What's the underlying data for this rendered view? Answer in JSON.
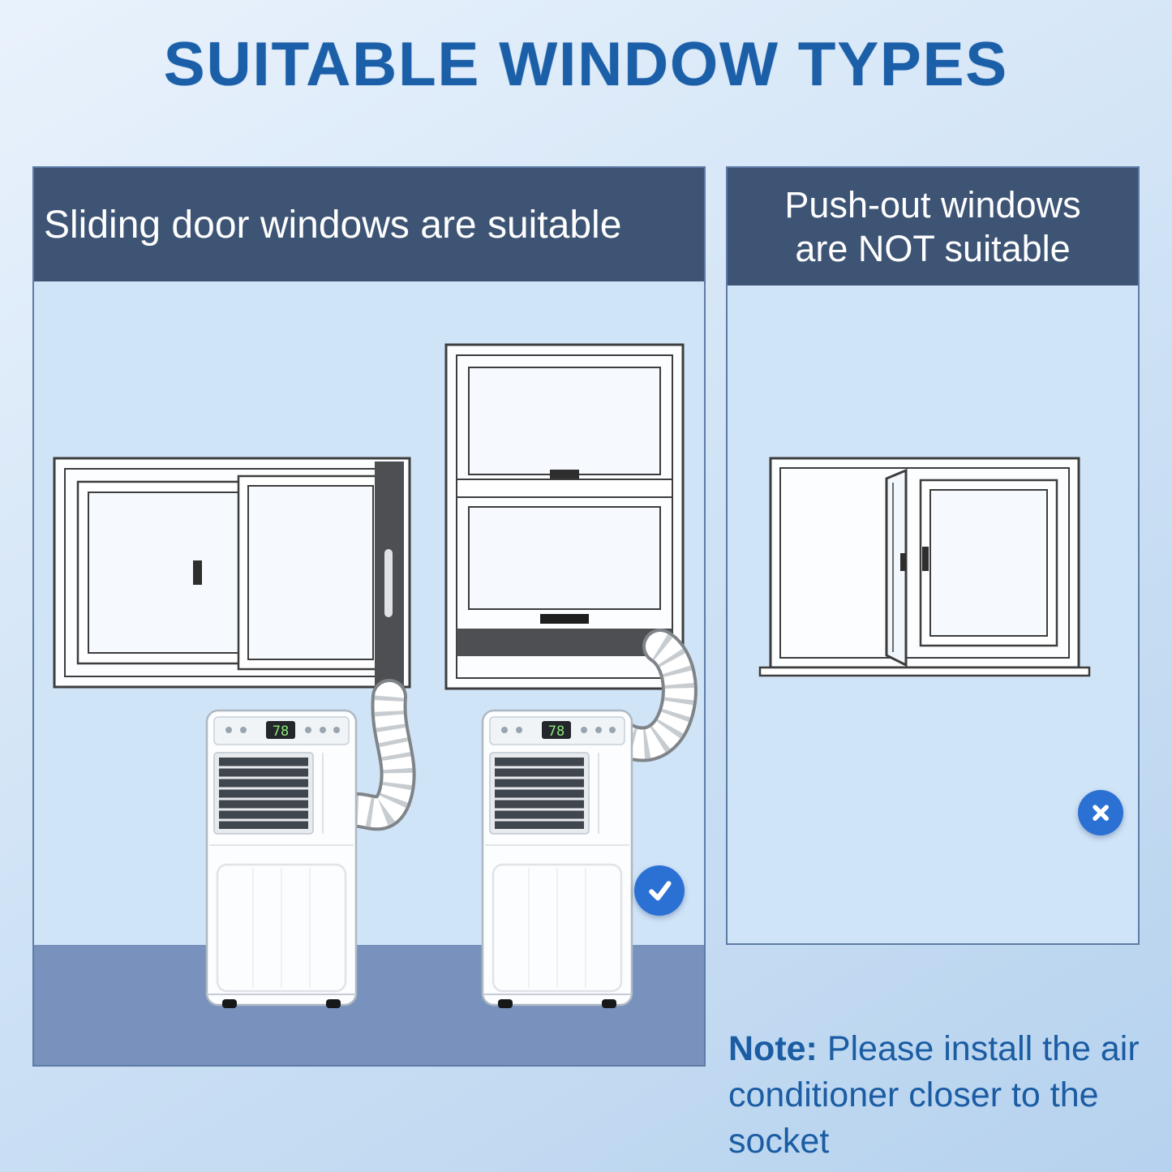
{
  "title": "SUITABLE WINDOW TYPES",
  "panels": {
    "suitable": {
      "header": "Sliding door windows are suitable",
      "badge_icon": "check-icon"
    },
    "not_suitable": {
      "header_lines": [
        "Push-out windows",
        "are NOT suitable"
      ],
      "badge_icon": "cross-icon"
    }
  },
  "ac_unit": {
    "display_value": "78"
  },
  "note": {
    "label": "Note:",
    "text": " Please install the air conditioner closer to the socket"
  },
  "colors": {
    "title_text": "#1a5fa8",
    "header_bg": "#3e5475",
    "panel_bg": "#d0e4f7",
    "floor_band": "#7992bd",
    "badge_blue": "#2b70d3",
    "note_text": "#1b5ca3",
    "seal_strip": "#4d4f52",
    "ac_display_digits": "#8ce87c"
  }
}
